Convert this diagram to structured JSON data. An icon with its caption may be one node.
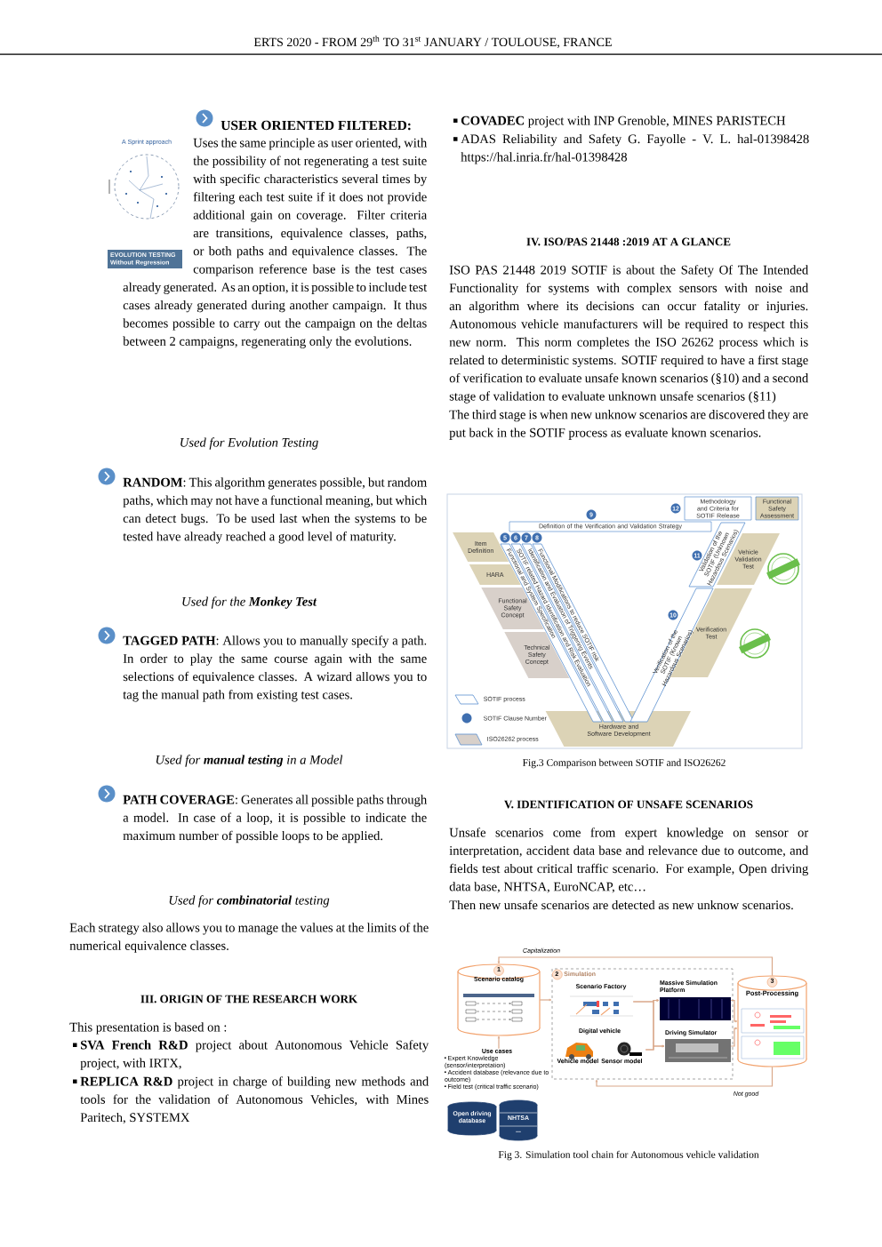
{
  "diagram": {
    "title": "ERTS 2020 - FROM 29$^{th}$ TO 31$^{st}$ JANUARY / TOULOUSE, FRANCE",
    "nodes": [
      {
        "text": [
          "12",
          "Methodology and Criteria for SOTIF Release"
        ]
      },
      {
        "text": [
          "Functional Safety Assessment"
        ]
      },
      {
        "text": [
          "9",
          "Definition of the Verification and Validation Strategy"
        ]
      },
      {
        "text": [
          "Item Definition"
        ]
      },
      {
        "text": [
          "HARA"
        ]
      },
      {
        "text": [
          "Functional Safety Concept"
        ]
      },
      {
        "text": [
          "Technical Safety Concept"
        ]
      },
      {
        "text": [
          "Hardware and Software Development"
        ]
      },
      {
        "text": [
          "Vehicle Validation Test"
        ]
      },
      {
        "text": [
          "Verification Test"
        ]
      },
      {
        "text": [
          "5",
          "Functional and System Specification"
        ]
      },
      {
        "text": [
          "6",
          "SOTIF related Hazard Identification and Risk Evaluation"
        ]
      },
      {
        "text": [
          "7",
          "Identification and Evaluation of Triggering Events"
        ]
      },
      {
        "text": [
          "8",
          "Functional Modifications to reduce SOTIF risk"
        ]
      },
      {
        "text": [
          "10",
          "Verification of the SOTIF (Known Hazardous Scenarios)"
        ]
      },
      {
        "text": [
          "11",
          "Validation of the SOTIF (Unknown Hazardous Scenarios)"
        ]
      },
      {
        "text": [
          "1",
          "Scenario catalog"
        ]
      },
      {
        "text": [
          "Use cases",
          "Expert Knowledge (sensor/interpretation)",
          "Accident database (relevance due to outcome)",
          "Field test (critical traffic scenario)"
        ]
      },
      {
        "text": [
          "Open driving database"
        ]
      },
      {
        "text": [
          "NHTSA",
          "..."
        ]
      },
      {
        "text": [
          "2",
          "Simulation"
        ]
      },
      {
        "text": [
          "Scenario Factory"
        ],
        "in": 20
      },
      {
        "text": [
          "Digital vehicle",
          "Vehicle model",
          "Sensor model"
        ],
        "in": 20
      },
      {
        "text": [
          "Massive Simulation Platform"
        ],
        "in": 20
      },
      {
        "text": [
          "Driving Simulator"
        ],
        "in": 20
      },
      {
        "text": [
          "3",
          "Post-Processing"
        ]
      }
    ],
    "edges": [
      {
        "from": 17,
        "to": 16,
        "arrow": "to"
      },
      {
        "from": 16,
        "to": 20,
        "arrow": "to"
      },
      {
        "from": 21,
        "to": 23,
        "arrow": "to"
      },
      {
        "from": 21,
        "to": 24,
        "arrow": "to"
      },
      {
        "from": 22,
        "to": 23,
        "arrow": "to"
      },
      {
        "from": 22,
        "to": 24,
        "arrow": "to"
      },
      {
        "from": 23,
        "to": 25,
        "arrow": "to"
      },
      {
        "from": 24,
        "to": 25,
        "arrow": "to"
      },
      {
        "from": 25,
        "to": 16,
        "arrow": "to",
        "label": "Capitalization"
      },
      {
        "from": 25,
        "to": 20,
        "arrow": "to",
        "label": "Not good"
      }
    ],
    "labels": [
      "A Sprint approach",
      "EVOLUTION TESTING Without Regression",
      "USER ORIENTED FILTERED:",
      "Uses the same principle as user oriented, with the possibility of not regenerating a test suite with specific characteristics several times by filtering each test suite if it does not provide additional gain on coverage. Filter criteria are transitions, equivalence classes, paths, or both paths and equivalence classes. The comparison reference base is the test cases already generated. As an option, it is possible to include test cases already generated during another campaign. It thus becomes possible to carry out the campaign on the deltas between 2 campaigns, regenerating only the evolutions.",
      "Used for Evolution Testing",
      "**RANDOM**: This algorithm generates possible, but random paths, which may not have a functional meaning, but which can detect bugs. To be used last when the systems to be tested have already reached a good level of maturity.",
      "Used for the **Monkey Test**",
      "**TAGGED PATH**: Allows you to manually specify a path. In order to play the same course again with the same selections of equivalence classes. A wizard allows you to tag the manual path from existing test cases.",
      "Used for **manual testing** in a Model",
      "**PATH COVERAGE**: Generates all possible paths through a model. In case of a loop, it is possible to indicate the maximum number of possible loops to be applied.",
      "Used for **combinatorial** testing",
      "Each strategy also allows you to manage the values at the limits of the numerical equivalence classes.",
      "III. ORIGIN OF THE RESEARCH WORK",
      "This presentation is based on :",
      "**SVA French R&D** project about Autonomous Vehicle Safety project, with IRTX,",
      "**REPLICA R&D** project in charge of building new methods and tools for the validation of Autonomous Vehicles, with Mines Paritech, SYSTEMX",
      "**COVADEC** project with INP Grenoble, MINES PARISTECH",
      "ADAS Reliability and Safety G. Fayolle - V. L. hal-01398428 https://hal.inria.fr/hal-01398428",
      "IV. ISO/PAS 21448 :2019 AT A GLANCE",
      "ISO PAS 21448 2019 SOTIF is about the Safety Of The Intended Functionality for systems with complex sensors with noise and an algorithm where its decisions can occur fatality or injuries. Autonomous vehicle manufacturers will be required to respect this new norm. This norm completes the ISO 26262 process which is related to deterministic systems. SOTIF required to have a first stage of verification to evaluate unsafe known scenarios (§10) and a second stage of validation to evaluate unknown unsafe scenarios (§11)",
      "The third stage is when new unknow scenarios are discovered they are put back in the SOTIF process as evaluate known scenarios.",
      "Fig.3 Comparison between SOTIF and ISO26262",
      "V. IDENTIFICATION OF UNSAFE SCENARIOS",
      "Unsafe scenarios come from expert knowledge on sensor or interpretation, accident data base and relevance due to outcome, and fields test about critical traffic scenario. For example, Open driving data base, NHTSA, EuroNCAP, etc…",
      "Then new unsafe scenarios are detected as new unknow scenarios.",
      "Fig 3. Simulation tool chain for Autonomous vehicle validation"
    ],
    "legend": [
      {
        "text": "SOTIF process"
      },
      {
        "text": "SOTIF Clause Number"
      },
      {
        "text": "ISO26262 process"
      }
    ]
  }
}
